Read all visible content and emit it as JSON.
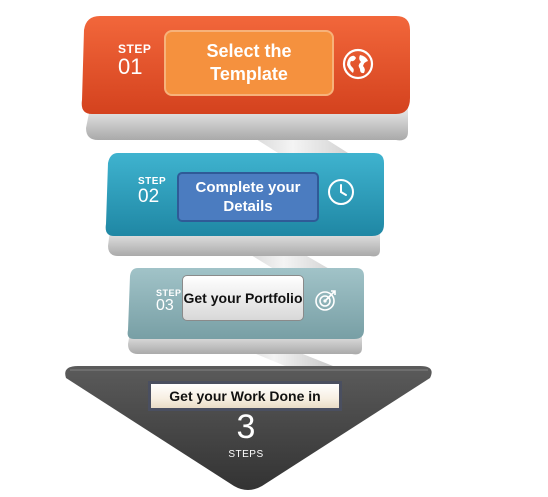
{
  "steps": [
    {
      "word": "STEP",
      "number": "01",
      "text": "Select the Template",
      "icon": "globe-icon",
      "color": "#e8512a"
    },
    {
      "word": "STEP",
      "number": "02",
      "text": "Complete your Details",
      "icon": "clock-icon",
      "color": "#2b9cb9"
    },
    {
      "word": "STEP",
      "number": "03",
      "text": "Get your Portfolio",
      "icon": "target-icon",
      "color": "#8ab0b6"
    }
  ],
  "summary": {
    "text": "Get your Work Done in",
    "count": "3",
    "count_word": "STEPS",
    "color": "#4a4a4a"
  }
}
